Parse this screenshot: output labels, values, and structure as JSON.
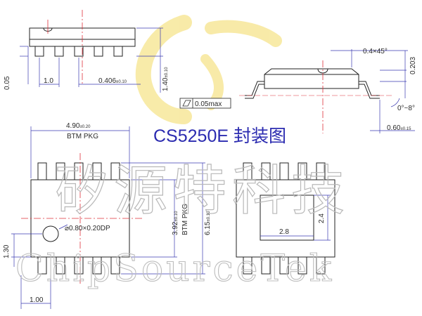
{
  "title": "CS5250E 封装图",
  "watermark": {
    "cn": "矽源特科技",
    "en": "ChipSourceTek"
  },
  "labels": {
    "lead_width": "1.0",
    "lead_pitch": "0.406",
    "lead_pitch_tol": "±0.10",
    "body_height": "1.40",
    "body_height_tol": "±0.10",
    "coplanarity": "0.05",
    "chamfer": "0.4×45°",
    "lead_thickness": "0.203",
    "foot_angle": "0°~8°",
    "foot_length": "0.60",
    "foot_length_tol": "±0.15",
    "flatness": "0.05max",
    "body_length": "4.90",
    "body_length_tol": "±0.20",
    "btm_pkg": "BTM PKG",
    "body_width": "3.92",
    "body_width_tol": "±0.10",
    "overall_width": "6.15",
    "overall_width_tol": "±0.10",
    "pin1_dot": "⌀0.80×0.20DP",
    "pad_width": "2.8",
    "pad_height": "2.4",
    "pin_pitch": "1.30",
    "end_offset": "1.00"
  },
  "colors": {
    "outline": "#222222",
    "centerline": "#e0303a",
    "dim_line": "#3a3ab0",
    "title": "#2b2bb0",
    "logo_yellow": "#f7e79a"
  }
}
